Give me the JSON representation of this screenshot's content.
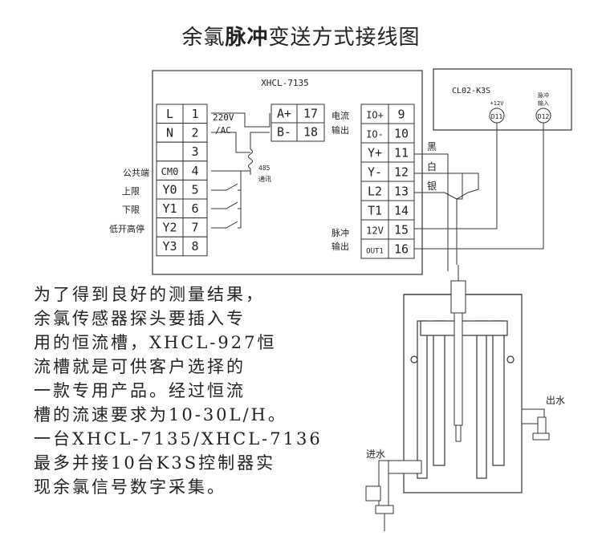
{
  "title": {
    "pre": "余氯",
    "bold": "脉冲",
    "post": "变送方式接线图"
  },
  "controller": {
    "name": "XHCL-7135",
    "power_label": "220V",
    "power_label2": "/AC",
    "comm_label1": "485",
    "comm_label2": "通讯",
    "current_label1": "电流",
    "current_label2": "输出",
    "pulse_label1": "脉冲",
    "pulse_label2": "输出",
    "left_terminals": [
      {
        "name": "L",
        "num": "1"
      },
      {
        "name": "N",
        "num": "2"
      },
      {
        "name": "",
        "num": "3"
      },
      {
        "name": "CM0",
        "num": "4"
      },
      {
        "name": "Y0",
        "num": "5"
      },
      {
        "name": "Y1",
        "num": "6"
      },
      {
        "name": "Y2",
        "num": "7"
      },
      {
        "name": "Y3",
        "num": "8"
      }
    ],
    "mid_terminals": [
      {
        "name": "A+",
        "num": "17"
      },
      {
        "name": "B-",
        "num": "18"
      }
    ],
    "right_terminals": [
      {
        "name": "IO+",
        "num": "9"
      },
      {
        "name": "IO-",
        "num": "10"
      },
      {
        "name": "Y+",
        "num": "11"
      },
      {
        "name": "Y-",
        "num": "12"
      },
      {
        "name": "L2",
        "num": "13"
      },
      {
        "name": "T1",
        "num": "14"
      },
      {
        "name": "12V",
        "num": "15"
      },
      {
        "name": "OUT1",
        "num": "16"
      }
    ],
    "side_labels": [
      "公共端",
      "上限",
      "下限",
      "低开高停"
    ]
  },
  "k3s": {
    "name": "CL02-K3S",
    "left_label": "+12V",
    "right_label1": "脉冲",
    "right_label2": "输入",
    "left_port": "D11",
    "right_port": "D12"
  },
  "wire_labels": {
    "black": "黑",
    "white": "白",
    "silver": "银"
  },
  "tank_labels": {
    "outlet": "出水",
    "inlet": "进水"
  },
  "paragraph": [
    "为了得到良好的测量结果，",
    "余氯传感器探头要插入专",
    "用的恒流槽，XHCL-927恒",
    "流槽就是可供客户选择的",
    "一款专用产品。经过恒流",
    "槽的流速要求为10-30L/H。",
    "一台XHCL-7135/XHCL-7136",
    "最多并接10台K3S控制器实",
    "现余氯信号数字采集。"
  ]
}
